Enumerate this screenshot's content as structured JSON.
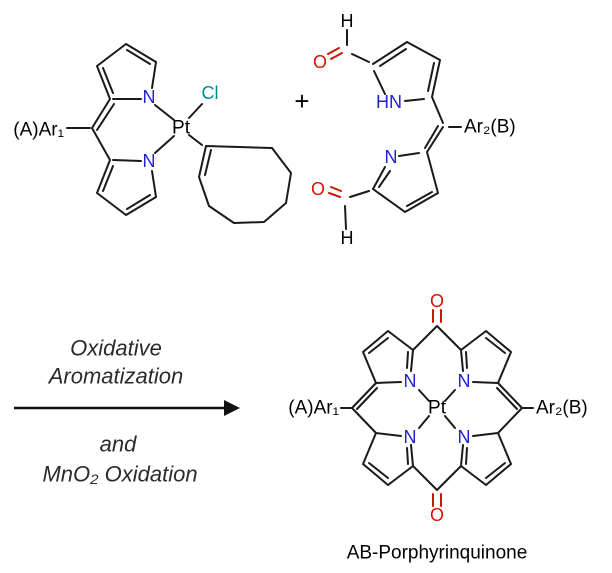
{
  "figure": {
    "background": "#ffffff",
    "colors": {
      "bond": "#1a1a1a",
      "nitrogen_blue": "#2121d8",
      "oxygen_red": "#dd0f00",
      "chlorine_teal": "#008b8b",
      "conditions_text": "#2b2b2b"
    },
    "reactant_pt_complex": {
      "aryl_label": "(A)Ar₁",
      "nitrogen_top": "N",
      "nitrogen_bottom": "N",
      "metal": "Pt",
      "chloride": "Cl"
    },
    "plus": "+",
    "reactant_dipyrrin_dialdehyde": {
      "h_top": "H",
      "o_top": "O",
      "nh": "HN",
      "aryl_label": "Ar₂(B)",
      "n": "N",
      "o_bottom": "O",
      "h_bottom": "H"
    },
    "reaction_conditions": {
      "line1": "Oxidative",
      "line2": "Aromatization",
      "line3": "and",
      "line4": "MnO₂ Oxidation"
    },
    "product": {
      "o_top": "O",
      "n_top_left": "N",
      "n_top_right": "N",
      "n_bottom_left": "N",
      "n_bottom_right": "N",
      "metal": "Pt",
      "aryl_left": "(A)Ar₁",
      "aryl_right": "Ar₂(B)",
      "o_bottom": "O",
      "caption": "AB-Porphyrinquinone"
    }
  }
}
